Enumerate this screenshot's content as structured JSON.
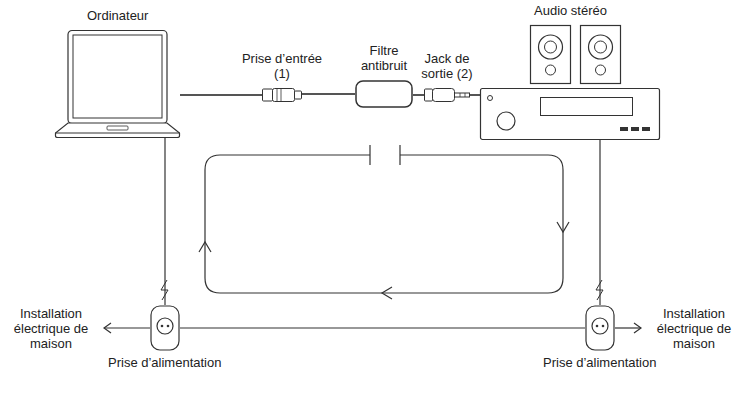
{
  "diagram": {
    "nodes": [
      {
        "text": [
          "Ordinateur"
        ]
      },
      {
        "text": [
          "Prise d’entrée (1)"
        ]
      },
      {
        "text": [
          "Filtre antibruit"
        ]
      },
      {
        "text": [
          "Jack de sortie (2)"
        ]
      },
      {
        "text": [
          "Audio stéréo"
        ]
      },
      {
        "text": [
          "Prise d’alimentation"
        ]
      },
      {
        "text": [
          "Prise d’alimentation"
        ]
      }
    ],
    "edges": [
      {
        "from": 0,
        "to": 1,
        "arrow": "none"
      },
      {
        "from": 1,
        "to": 2,
        "arrow": "none"
      },
      {
        "from": 2,
        "to": 3,
        "arrow": "none"
      },
      {
        "from": 3,
        "to": 4,
        "arrow": "none"
      },
      {
        "from": 0,
        "to": 5,
        "arrow": "none"
      },
      {
        "from": 4,
        "to": 6,
        "arrow": "none"
      },
      {
        "from": 5,
        "to": 6,
        "arrow": "none"
      }
    ],
    "labels": [
      "Installation électrique de maison",
      "Installation électrique de maison"
    ]
  }
}
